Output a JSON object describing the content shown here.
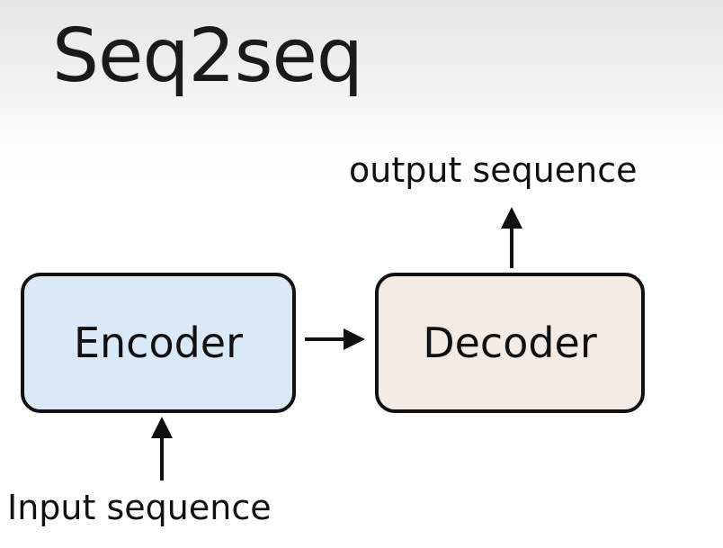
{
  "title": "Seq2seq",
  "encoder": {
    "label": "Encoder",
    "fill": "#dbe8f5"
  },
  "decoder": {
    "label": "Decoder",
    "fill": "#f4ece4"
  },
  "output_label": "output sequence",
  "input_label": "Input sequence",
  "colors": {
    "stroke": "#111111"
  }
}
